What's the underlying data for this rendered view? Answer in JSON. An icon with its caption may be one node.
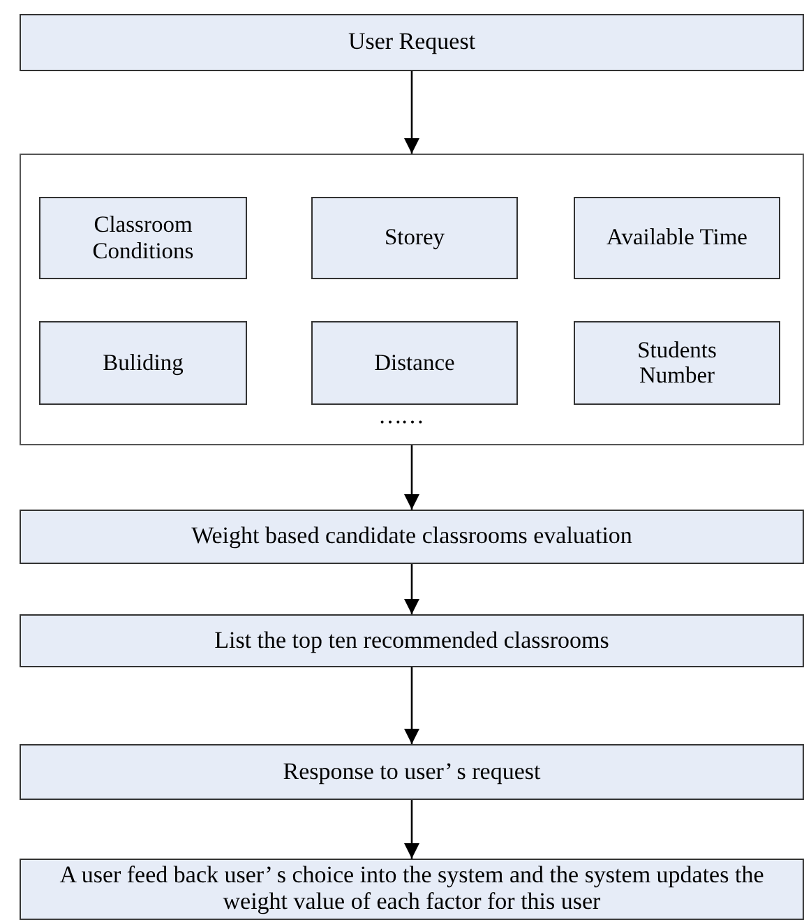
{
  "diagram": {
    "nodes": [
      {
        "text": [
          "User Request"
        ]
      },
      {
        "text": [],
        "shape": "box"
      },
      {
        "text": [
          "Classroom Conditions"
        ],
        "in": 1
      },
      {
        "text": [
          "Storey"
        ],
        "in": 1
      },
      {
        "text": [
          "Available Time"
        ],
        "in": 1
      },
      {
        "text": [
          "Buliding"
        ],
        "in": 1
      },
      {
        "text": [
          "Distance"
        ],
        "in": 1
      },
      {
        "text": [
          "Students Number"
        ],
        "in": 1
      },
      {
        "text": [
          "Weight based candidate classrooms evaluation"
        ]
      },
      {
        "text": [
          "List the top ten recommended classrooms"
        ]
      },
      {
        "text": [
          "Response to user’ s request"
        ]
      },
      {
        "text": [
          "A user feed back user’ s choice into the system and the system updates the weight value of each factor  for  this user"
        ]
      }
    ],
    "edges": [
      {
        "from": 0,
        "to": 1,
        "arrow": "to"
      },
      {
        "from": 1,
        "to": 8,
        "arrow": "to"
      },
      {
        "from": 8,
        "to": 9,
        "arrow": "to"
      },
      {
        "from": 9,
        "to": 10,
        "arrow": "to"
      },
      {
        "from": 10,
        "to": 11,
        "arrow": "to"
      }
    ],
    "labels": [
      "……"
    ]
  }
}
